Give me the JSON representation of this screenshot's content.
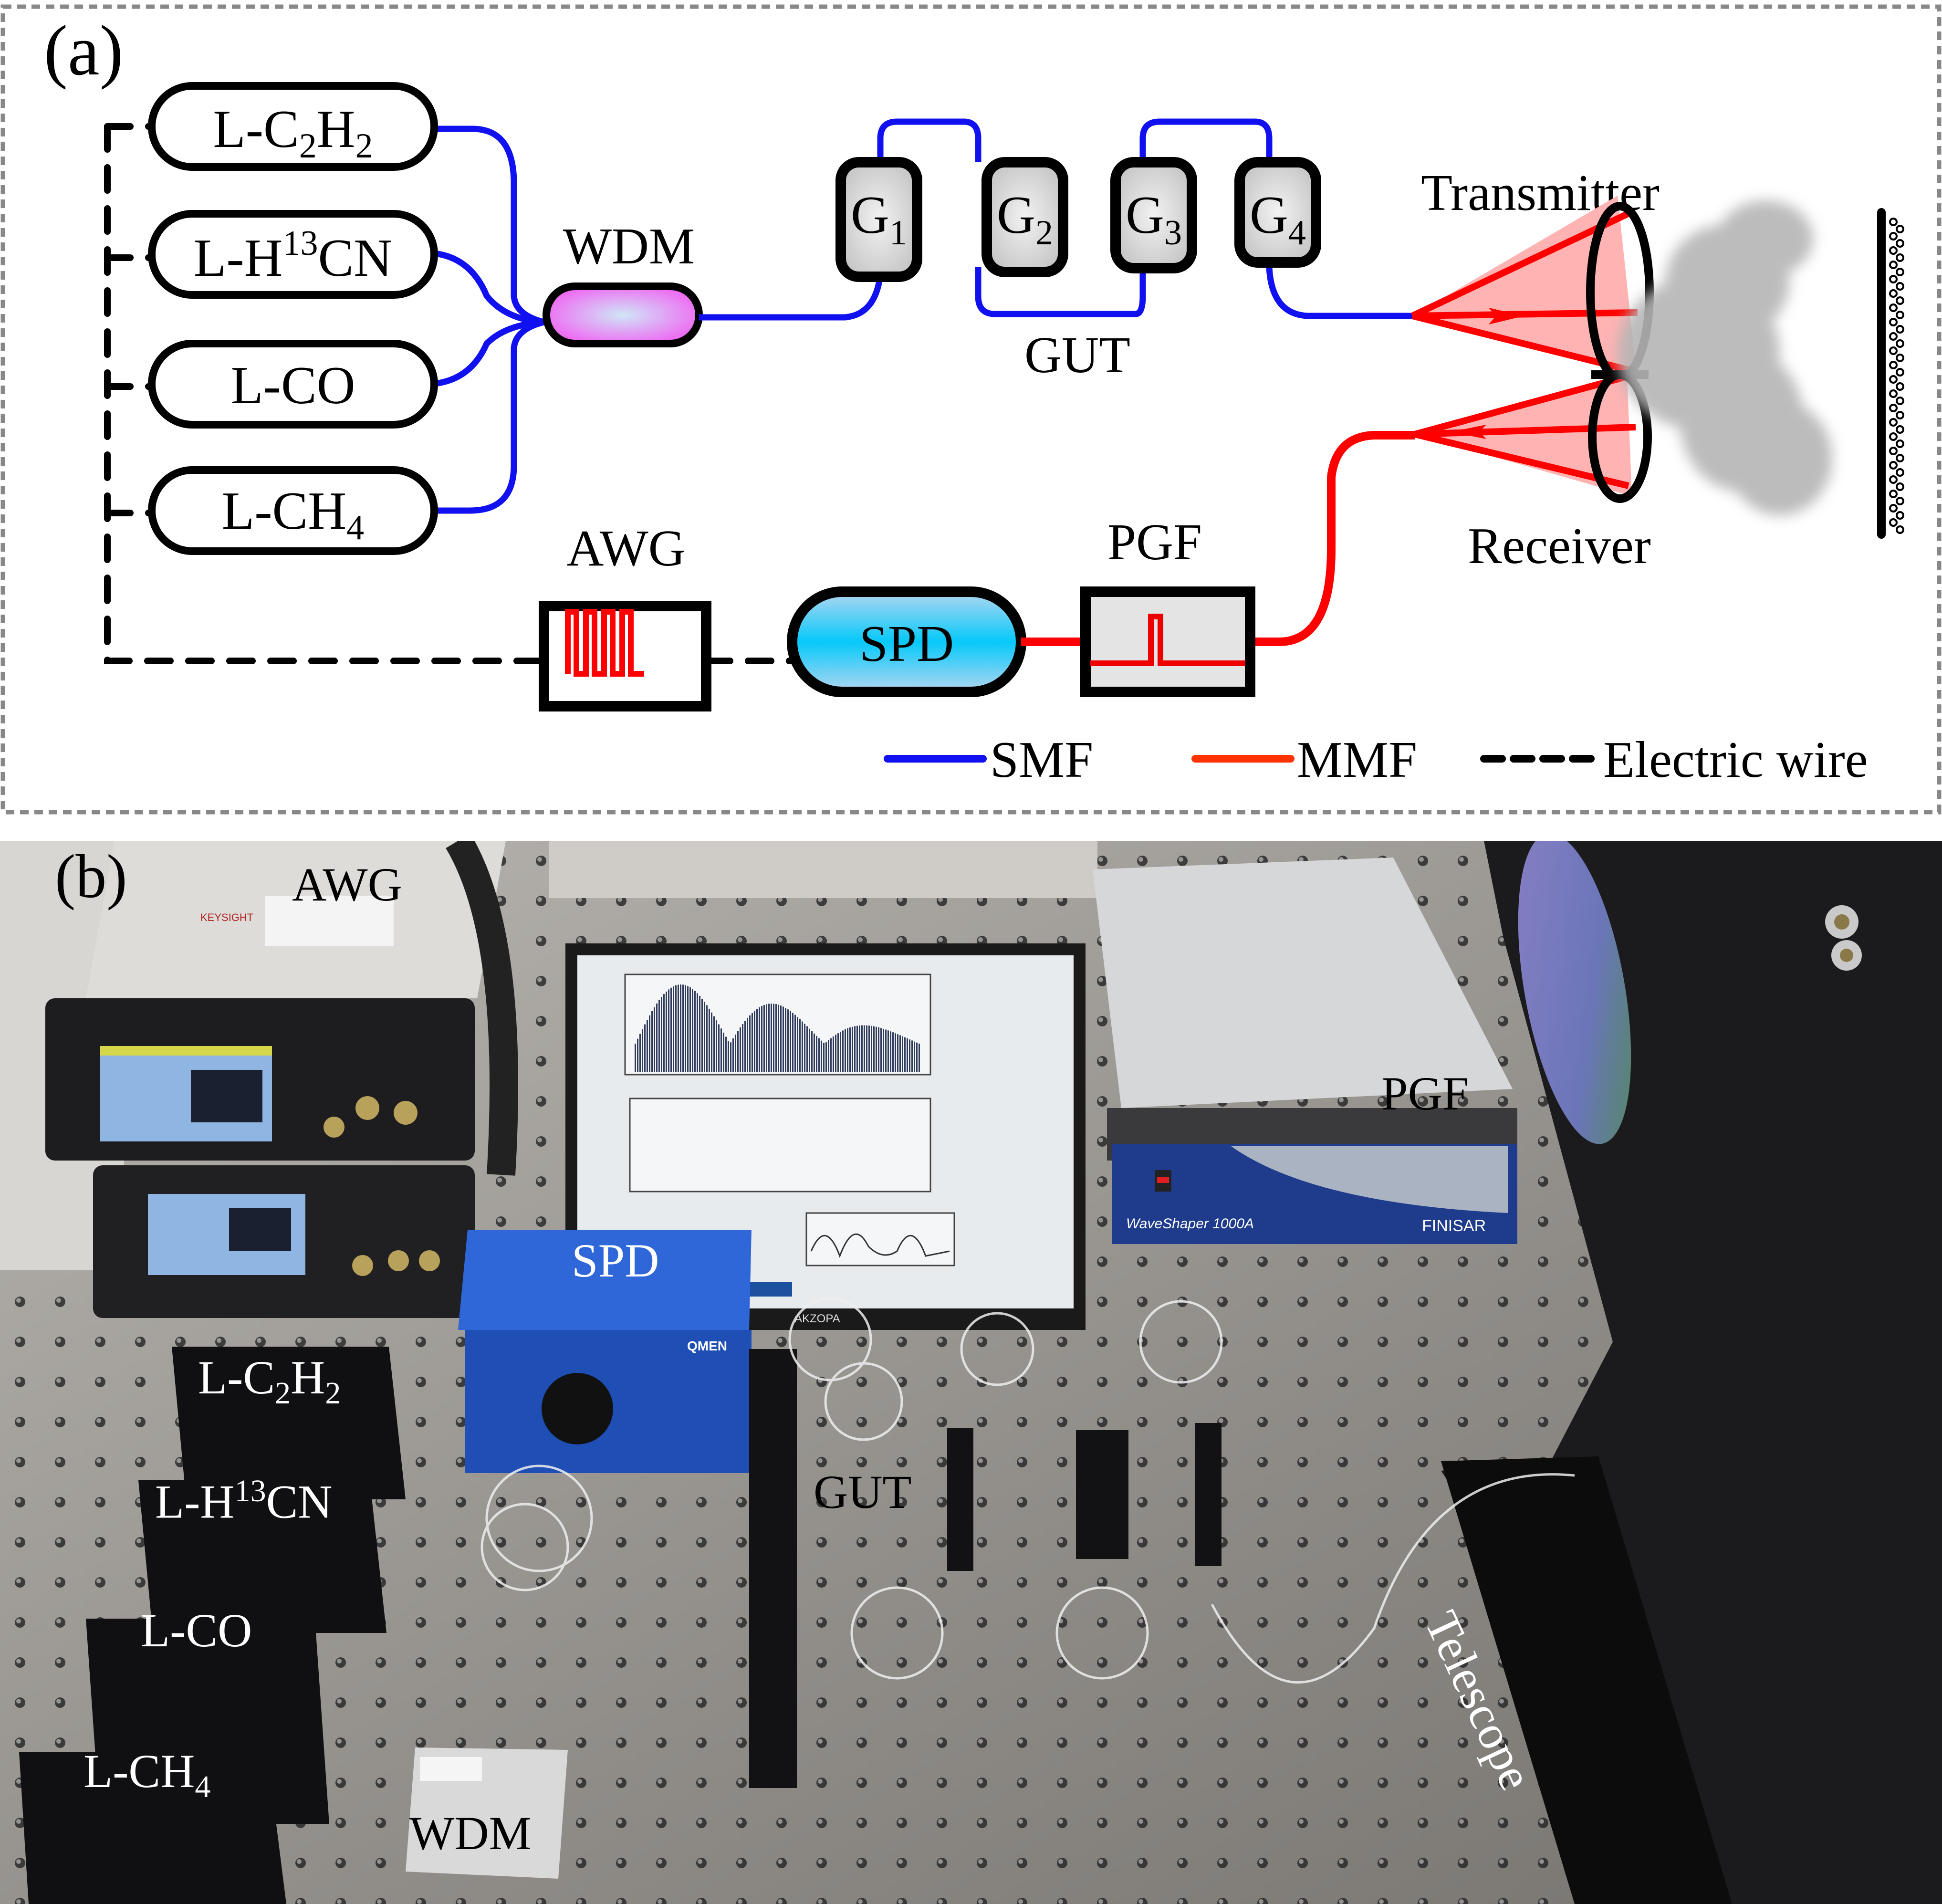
{
  "figure": {
    "panel_a": {
      "label": "(a)",
      "lasers": [
        {
          "prefix": "L-C",
          "sub1": "2",
          "mid": "H",
          "sub2": "2",
          "full": "L-C2H2"
        },
        {
          "prefix": "L-H",
          "sup": "13",
          "suffix": "CN",
          "full": "L-H13CN"
        },
        {
          "text": "L-CO",
          "full": "L-CO"
        },
        {
          "prefix": "L-CH",
          "sub": "4",
          "full": "L-CH4"
        }
      ],
      "wdm_label": "WDM",
      "gut_cells": [
        {
          "letter": "G",
          "sub": "1"
        },
        {
          "letter": "G",
          "sub": "2"
        },
        {
          "letter": "G",
          "sub": "3"
        },
        {
          "letter": "G",
          "sub": "4"
        }
      ],
      "gut_label": "GUT",
      "transmitter_label": "Transmitter",
      "receiver_label": "Receiver",
      "awg_label": "AWG",
      "spd_label": "SPD",
      "pgf_label": "PGF",
      "legend": [
        {
          "label": "SMF",
          "color": "#1010f0",
          "style": "solid"
        },
        {
          "label": "MMF",
          "color": "#ff3300",
          "style": "solid"
        },
        {
          "label": "Electric wire",
          "color": "#000000",
          "style": "dashed"
        }
      ],
      "colors": {
        "smf": "#1010f0",
        "mmf": "#ff0000",
        "wire": "#000000",
        "beam_fill": "#ffb3b3",
        "wdm_fill": "#f060f0",
        "spd_fill": "#0ccaf8",
        "gut_fill": "#cfcfcf",
        "pgf_fill": "#e4e4e4",
        "cloud": "#b8b8b8",
        "border": "#888888"
      }
    },
    "panel_b": {
      "label": "(b)",
      "labels": {
        "awg": "AWG",
        "pgf": "PGF",
        "spd": "SPD",
        "gut": "GUT",
        "telescope": "Telescope",
        "wdm": "WDM",
        "laser_c2h2": {
          "prefix": "L-C",
          "sub1": "2",
          "mid": "H",
          "sub2": "2"
        },
        "laser_h13cn": {
          "prefix": "L-H",
          "sup": "13",
          "suffix": "CN"
        },
        "laser_co": "L-CO",
        "laser_ch4": {
          "prefix": "L-CH",
          "sub": "4"
        }
      },
      "device_text": {
        "awg_brand": "KEYSIGHT",
        "pgf_model": "WaveShaper 1000A",
        "pgf_brand": "FINISAR",
        "spd_brand": "QMEN",
        "monitor_brand": "AKZOPA"
      }
    }
  }
}
